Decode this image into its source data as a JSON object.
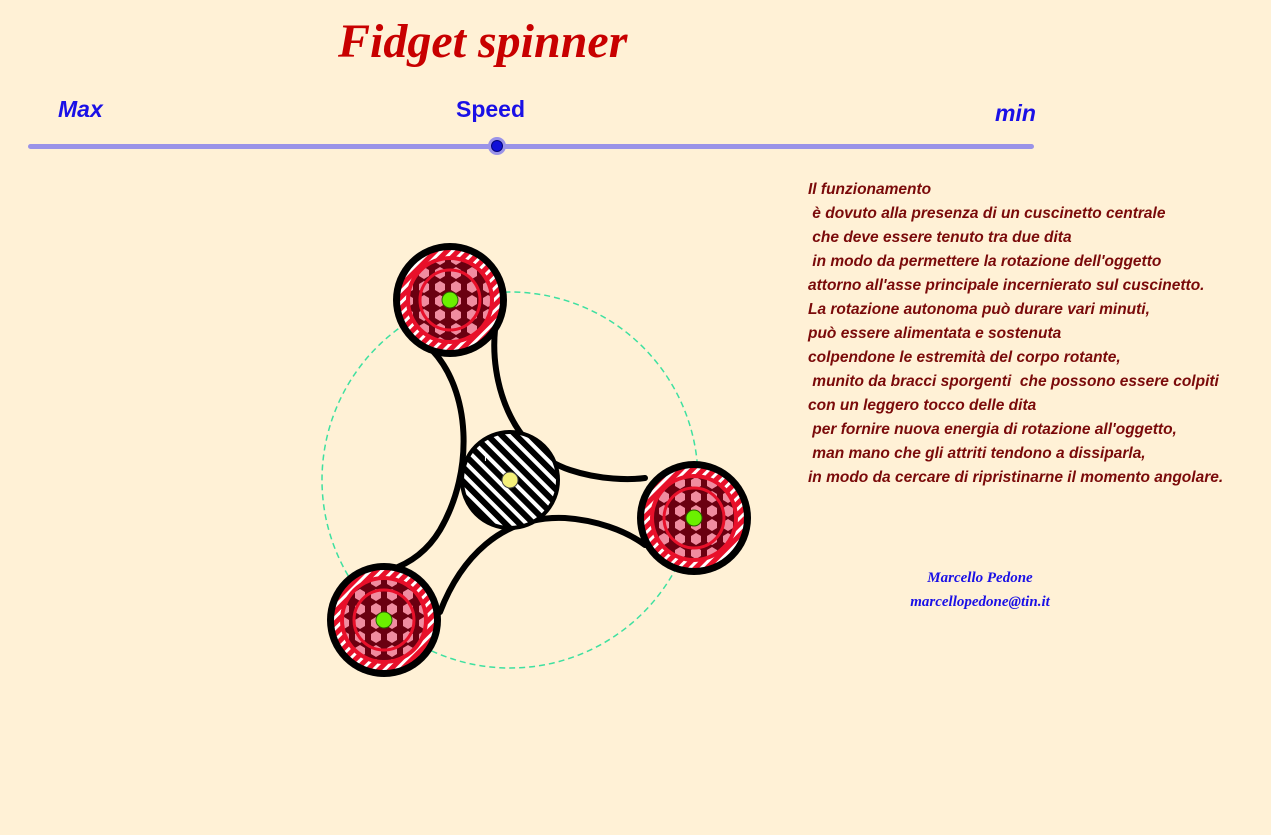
{
  "title": "Fidget spinner",
  "slider": {
    "left_label": "Max",
    "center_label": "Speed",
    "right_label": "min",
    "value_fraction": 0.466
  },
  "canvas": {
    "center_point_label": "f"
  },
  "description": [
    "Il funzionamento",
    " è dovuto alla presenza di un cuscinetto centrale",
    " che deve essere tenuto tra due dita",
    " in modo da permettere la rotazione dell'oggetto",
    "attorno all'asse principale incernierato sul cuscinetto.",
    "La rotazione autonoma può durare vari minuti,",
    "può essere alimentata e sostenuta",
    "colpendone le estremità del corpo rotante,",
    " munito da bracci sporgenti  che possono essere colpiti",
    "con un leggero tocco delle dita",
    " per fornire nuova energia di rotazione all'oggetto,",
    " man mano che gli attriti tendono a dissiparla,",
    "in modo da cercare di ripristinarne il momento angolare."
  ],
  "author": {
    "name": "Marcello Pedone",
    "email": "marcellopedone@tin.it"
  },
  "colors": {
    "background": "#fff1d6",
    "title": "#c80000",
    "labels": "#1a10e6",
    "description": "#7a0a0a",
    "slider_track": "#9a93e8",
    "orbit": "#3ee0a0",
    "weight_red": "#e8102a",
    "weight_dark": "#6a0010",
    "center_point": "#f5f07a",
    "weight_point": "#6bf000"
  }
}
